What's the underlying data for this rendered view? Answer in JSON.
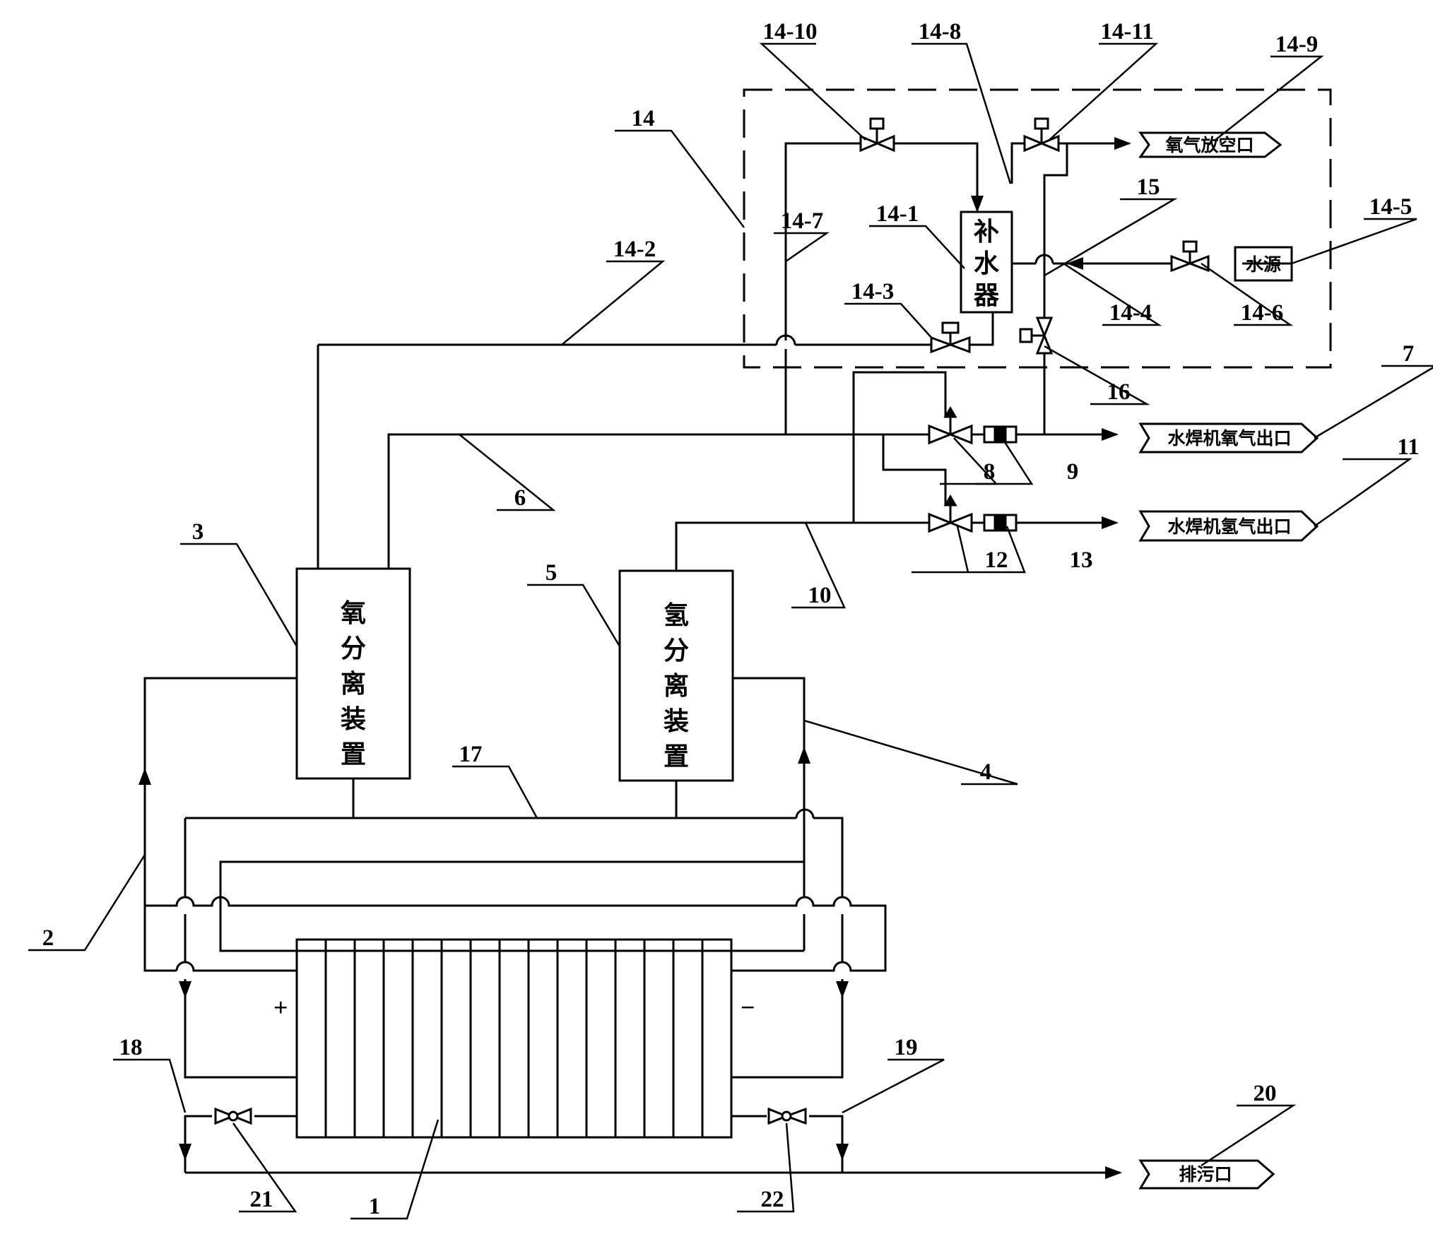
{
  "box_labels": {
    "oxygen_separator": [
      "氧",
      "分",
      "离",
      "装",
      "置"
    ],
    "hydrogen_separator": [
      "氢",
      "分",
      "离",
      "装",
      "置"
    ],
    "water_replenisher": [
      "补",
      "水",
      "器"
    ],
    "water_source": "水源"
  },
  "outlet_tags": {
    "oxygen_vent": "氧气放空口",
    "oxygen_outlet": "水焊机氧气出口",
    "hydrogen_outlet": "水焊机氢气出口",
    "drain": "排污口"
  },
  "polarity": {
    "positive": "+",
    "negative": "−"
  },
  "labels": {
    "l1": "1",
    "l2": "2",
    "l3": "3",
    "l4": "4",
    "l5": "5",
    "l6": "6",
    "l7": "7",
    "l8": "8",
    "l9": "9",
    "l10": "10",
    "l11": "11",
    "l12": "12",
    "l13": "13",
    "l14": "14",
    "l14_1": "14-1",
    "l14_2": "14-2",
    "l14_3": "14-3",
    "l14_4": "14-4",
    "l14_5": "14-5",
    "l14_6": "14-6",
    "l14_7": "14-7",
    "l14_8": "14-8",
    "l14_9": "14-9",
    "l14_10": "14-10",
    "l14_11": "14-11",
    "l15": "15",
    "l16": "16",
    "l17": "17",
    "l18": "18",
    "l19": "19",
    "l20": "20",
    "l21": "21",
    "l22": "22"
  }
}
